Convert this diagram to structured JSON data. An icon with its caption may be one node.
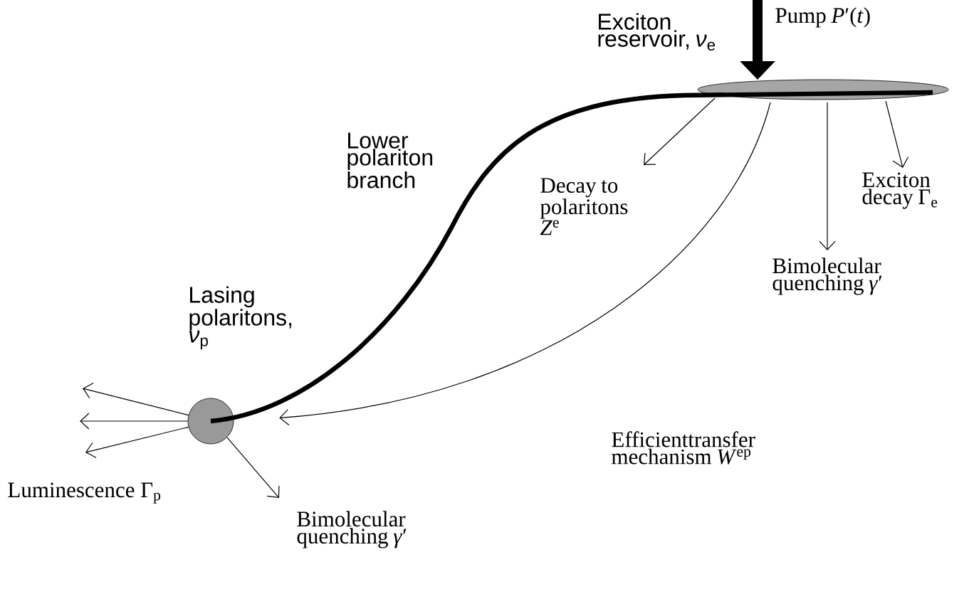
{
  "diagram": {
    "nodes": [
      {
        "text": [
          "Exciton reservoir, *ν*$_{e}$"
        ]
      },
      {
        "text": [
          "Lasing polaritons, *ν*$_{p}$"
        ]
      }
    ],
    "edges": [
      {
        "from": 1,
        "to": 0,
        "arrow": "none",
        "style": "thick",
        "label": "Lower polariton branch"
      },
      {
        "from": null,
        "to": 0,
        "arrow": "to",
        "style": "thick",
        "label": "Pump *P*′(*t*)"
      },
      {
        "from": 0,
        "to": null,
        "arrow": "to",
        "label": "Decay to polaritons *Z*$^{e}$"
      },
      {
        "from": 0,
        "to": null,
        "arrow": "to",
        "label": "Bimolecular quenching *γ*′"
      },
      {
        "from": 0,
        "to": null,
        "arrow": "to",
        "label": "Exciton decay Γ$_{e}$"
      },
      {
        "from": 0,
        "to": 1,
        "arrow": "to",
        "label": "Efficienttransfer mechanism *W*$^{ep}$"
      },
      {
        "from": 1,
        "to": null,
        "arrow": "to"
      },
      {
        "from": 1,
        "to": null,
        "arrow": "to"
      },
      {
        "from": 1,
        "to": null,
        "arrow": "to"
      },
      {
        "from": 1,
        "to": null,
        "arrow": "to",
        "label": "Bimolecular quenching *γ*′"
      }
    ],
    "labels": [
      "Luminescence Γ$_{p}$"
    ]
  }
}
